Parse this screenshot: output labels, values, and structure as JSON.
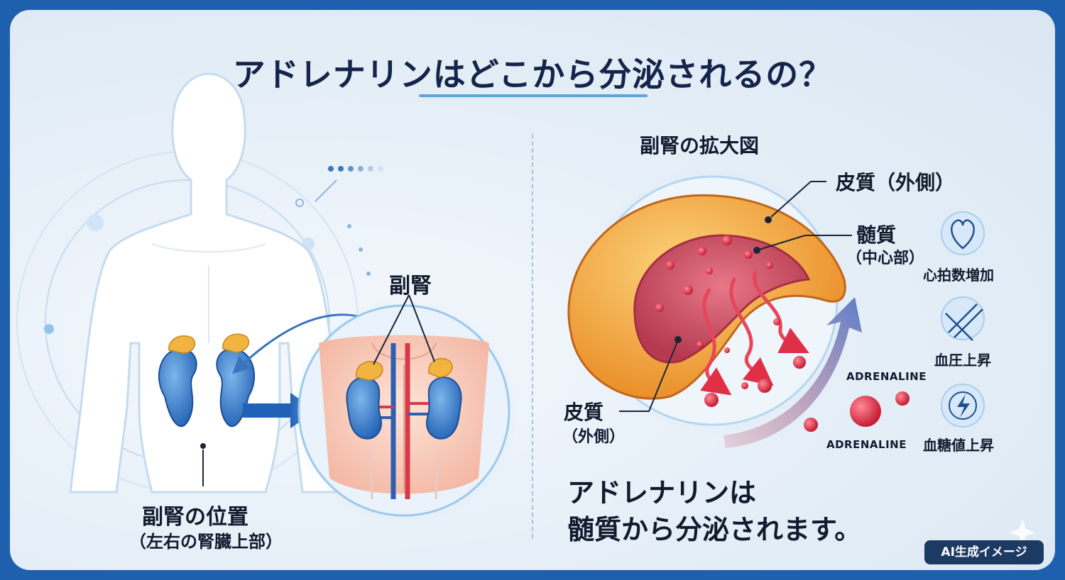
{
  "title": "アドレナリンはどこから分泌されるの？",
  "left": {
    "adrenal_label": "副腎",
    "position_label": "副腎の位置",
    "position_sub": "（左右の腎臓上部）"
  },
  "right": {
    "zoom_label": "副腎の拡大図",
    "cortex_outer_label": "皮質（外側）",
    "medulla_label": "髄質",
    "medulla_sub": "（中心部）",
    "cortex_inner_label": "皮質",
    "cortex_inner_sub": "（外側）",
    "adrenaline_labels": [
      "ADRENALINE",
      "ADRENALINE"
    ]
  },
  "effects": [
    {
      "label": "心拍数増加",
      "icon": "heart-icon"
    },
    {
      "label": "血圧上昇",
      "icon": "blood-vessel-icon"
    },
    {
      "label": "血糖値上昇",
      "icon": "lightning-icon"
    }
  ],
  "conclusion": [
    "アドレナリンは",
    "髄質から分泌されます。"
  ],
  "badge": "AI生成イメージ",
  "colors": {
    "frame": "#1e5fae",
    "title": "#14244a",
    "accent": "#5aa6e0",
    "kidney": "#3b82d0",
    "adrenal": "#f2b441",
    "cortex": "#f0a43c",
    "medulla": "#c8465a",
    "adrenaline_dot": "#e03048",
    "badge": "#1d3a63"
  }
}
